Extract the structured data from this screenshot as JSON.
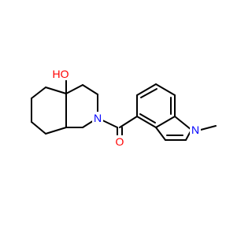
{
  "molecule": {
    "atoms": {
      "hydroxyl": "HO",
      "ring_nitrogen": "N",
      "carbonyl_oxygen": "O",
      "indole_nitrogen": "N"
    },
    "colors": {
      "bond": "#000000",
      "oxygen": "#ff0000",
      "nitrogen": "#0000ff"
    }
  }
}
